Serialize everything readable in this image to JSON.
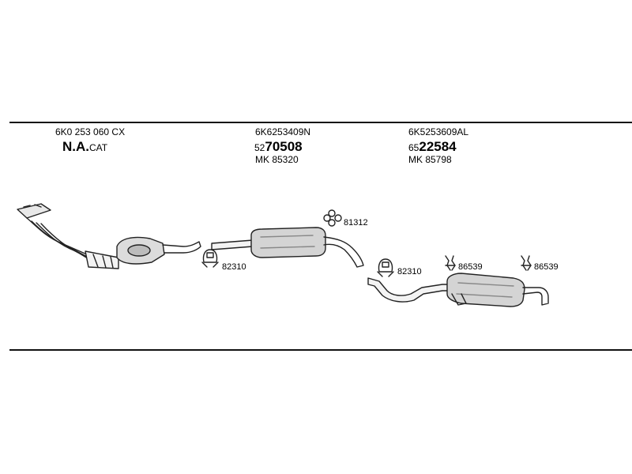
{
  "labels": {
    "left_part": "6K0 253 060 CX",
    "left_na": "N.A.",
    "left_cat": "CAT",
    "mid_part": "6K6253409N",
    "mid_code_prefix": "52",
    "mid_code_main": "70508",
    "mid_mk": "MK 85320",
    "right_part": "6K5253609AL",
    "right_code_prefix": "65",
    "right_code_main": "22584",
    "right_mk": "MK 85798"
  },
  "callouts": {
    "clamp_1": "82310",
    "hanger_top": "81312",
    "clamp_2": "82310",
    "hanger_1": "86539",
    "hanger_2": "86539"
  }
}
